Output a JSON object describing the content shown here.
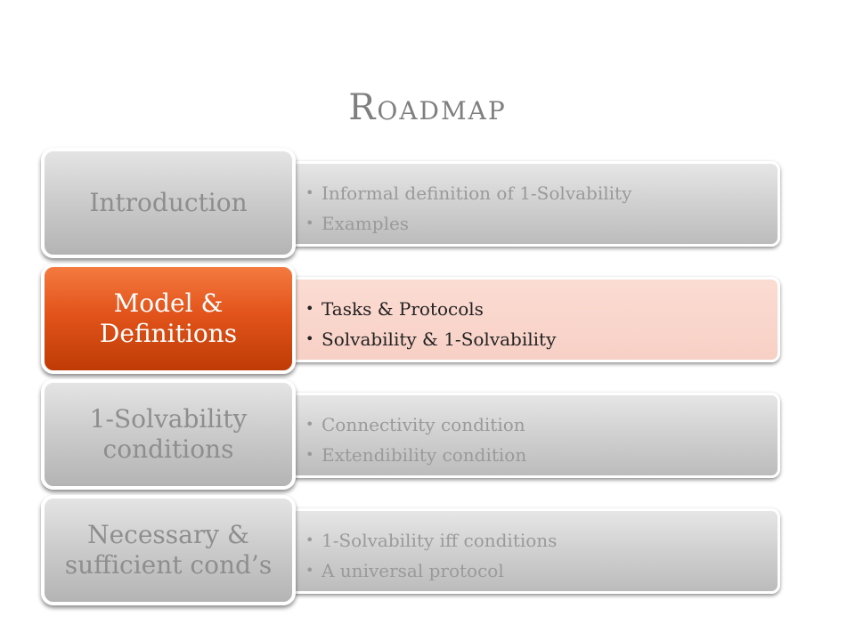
{
  "title": "Roadmap",
  "sections": [
    {
      "label": "Introduction",
      "bullets": [
        "Informal definition of 1-Solvability",
        "Examples"
      ]
    },
    {
      "label": "Model &\nDefinitions",
      "bullets": [
        "Tasks & Protocols",
        "Solvability & 1-Solvability"
      ]
    },
    {
      "label": "1-Solvability\nconditions",
      "bullets": [
        "Connectivity condition",
        "Extendibility condition"
      ]
    },
    {
      "label": "Necessary &\nsufficient cond’s",
      "bullets": [
        "1-Solvability iff conditions",
        "A universal protocol"
      ]
    }
  ],
  "active_section": "Model &\nDefinitions",
  "colors": {
    "active_label": "#e2541b",
    "active_detail": "#f7d0c5",
    "inactive": "#cdcdcd",
    "title": "#7f7f7f"
  }
}
